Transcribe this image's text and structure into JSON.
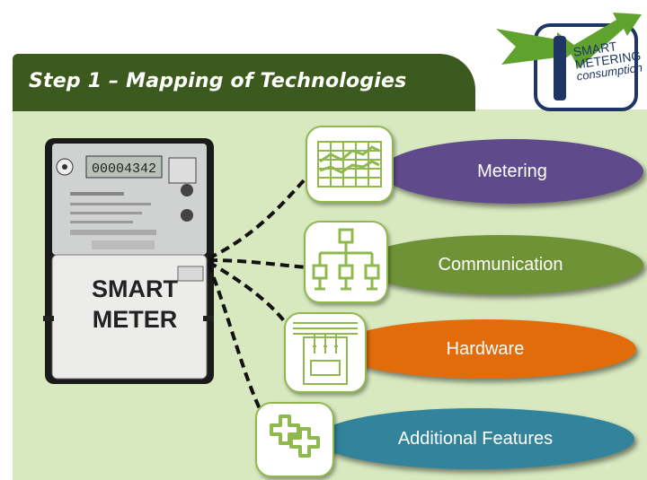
{
  "slide": {
    "title": "Step 1 – Mapping of Technologies",
    "logo": {
      "line1": "SMART",
      "line2": "METERING",
      "line3": "consumption"
    },
    "meter_label_line1": "SMART",
    "meter_label_line2": "METER",
    "meter_display": "00004342",
    "categories": [
      {
        "label": "Metering",
        "icon": "chart-icon",
        "color": "#5f4a8b"
      },
      {
        "label": "Communication",
        "icon": "network-icon",
        "color": "#6f9236"
      },
      {
        "label": "Hardware",
        "icon": "circuit-board-icon",
        "color": "#e36c0a"
      },
      {
        "label": "Additional Features",
        "icon": "plus-crosses-icon",
        "color": "#31849b"
      }
    ],
    "page_number": "8",
    "colors": {
      "title_bar": "#3d5a1e",
      "content_bg": "#d8e8bf",
      "icon_border": "#8fb94d"
    }
  }
}
